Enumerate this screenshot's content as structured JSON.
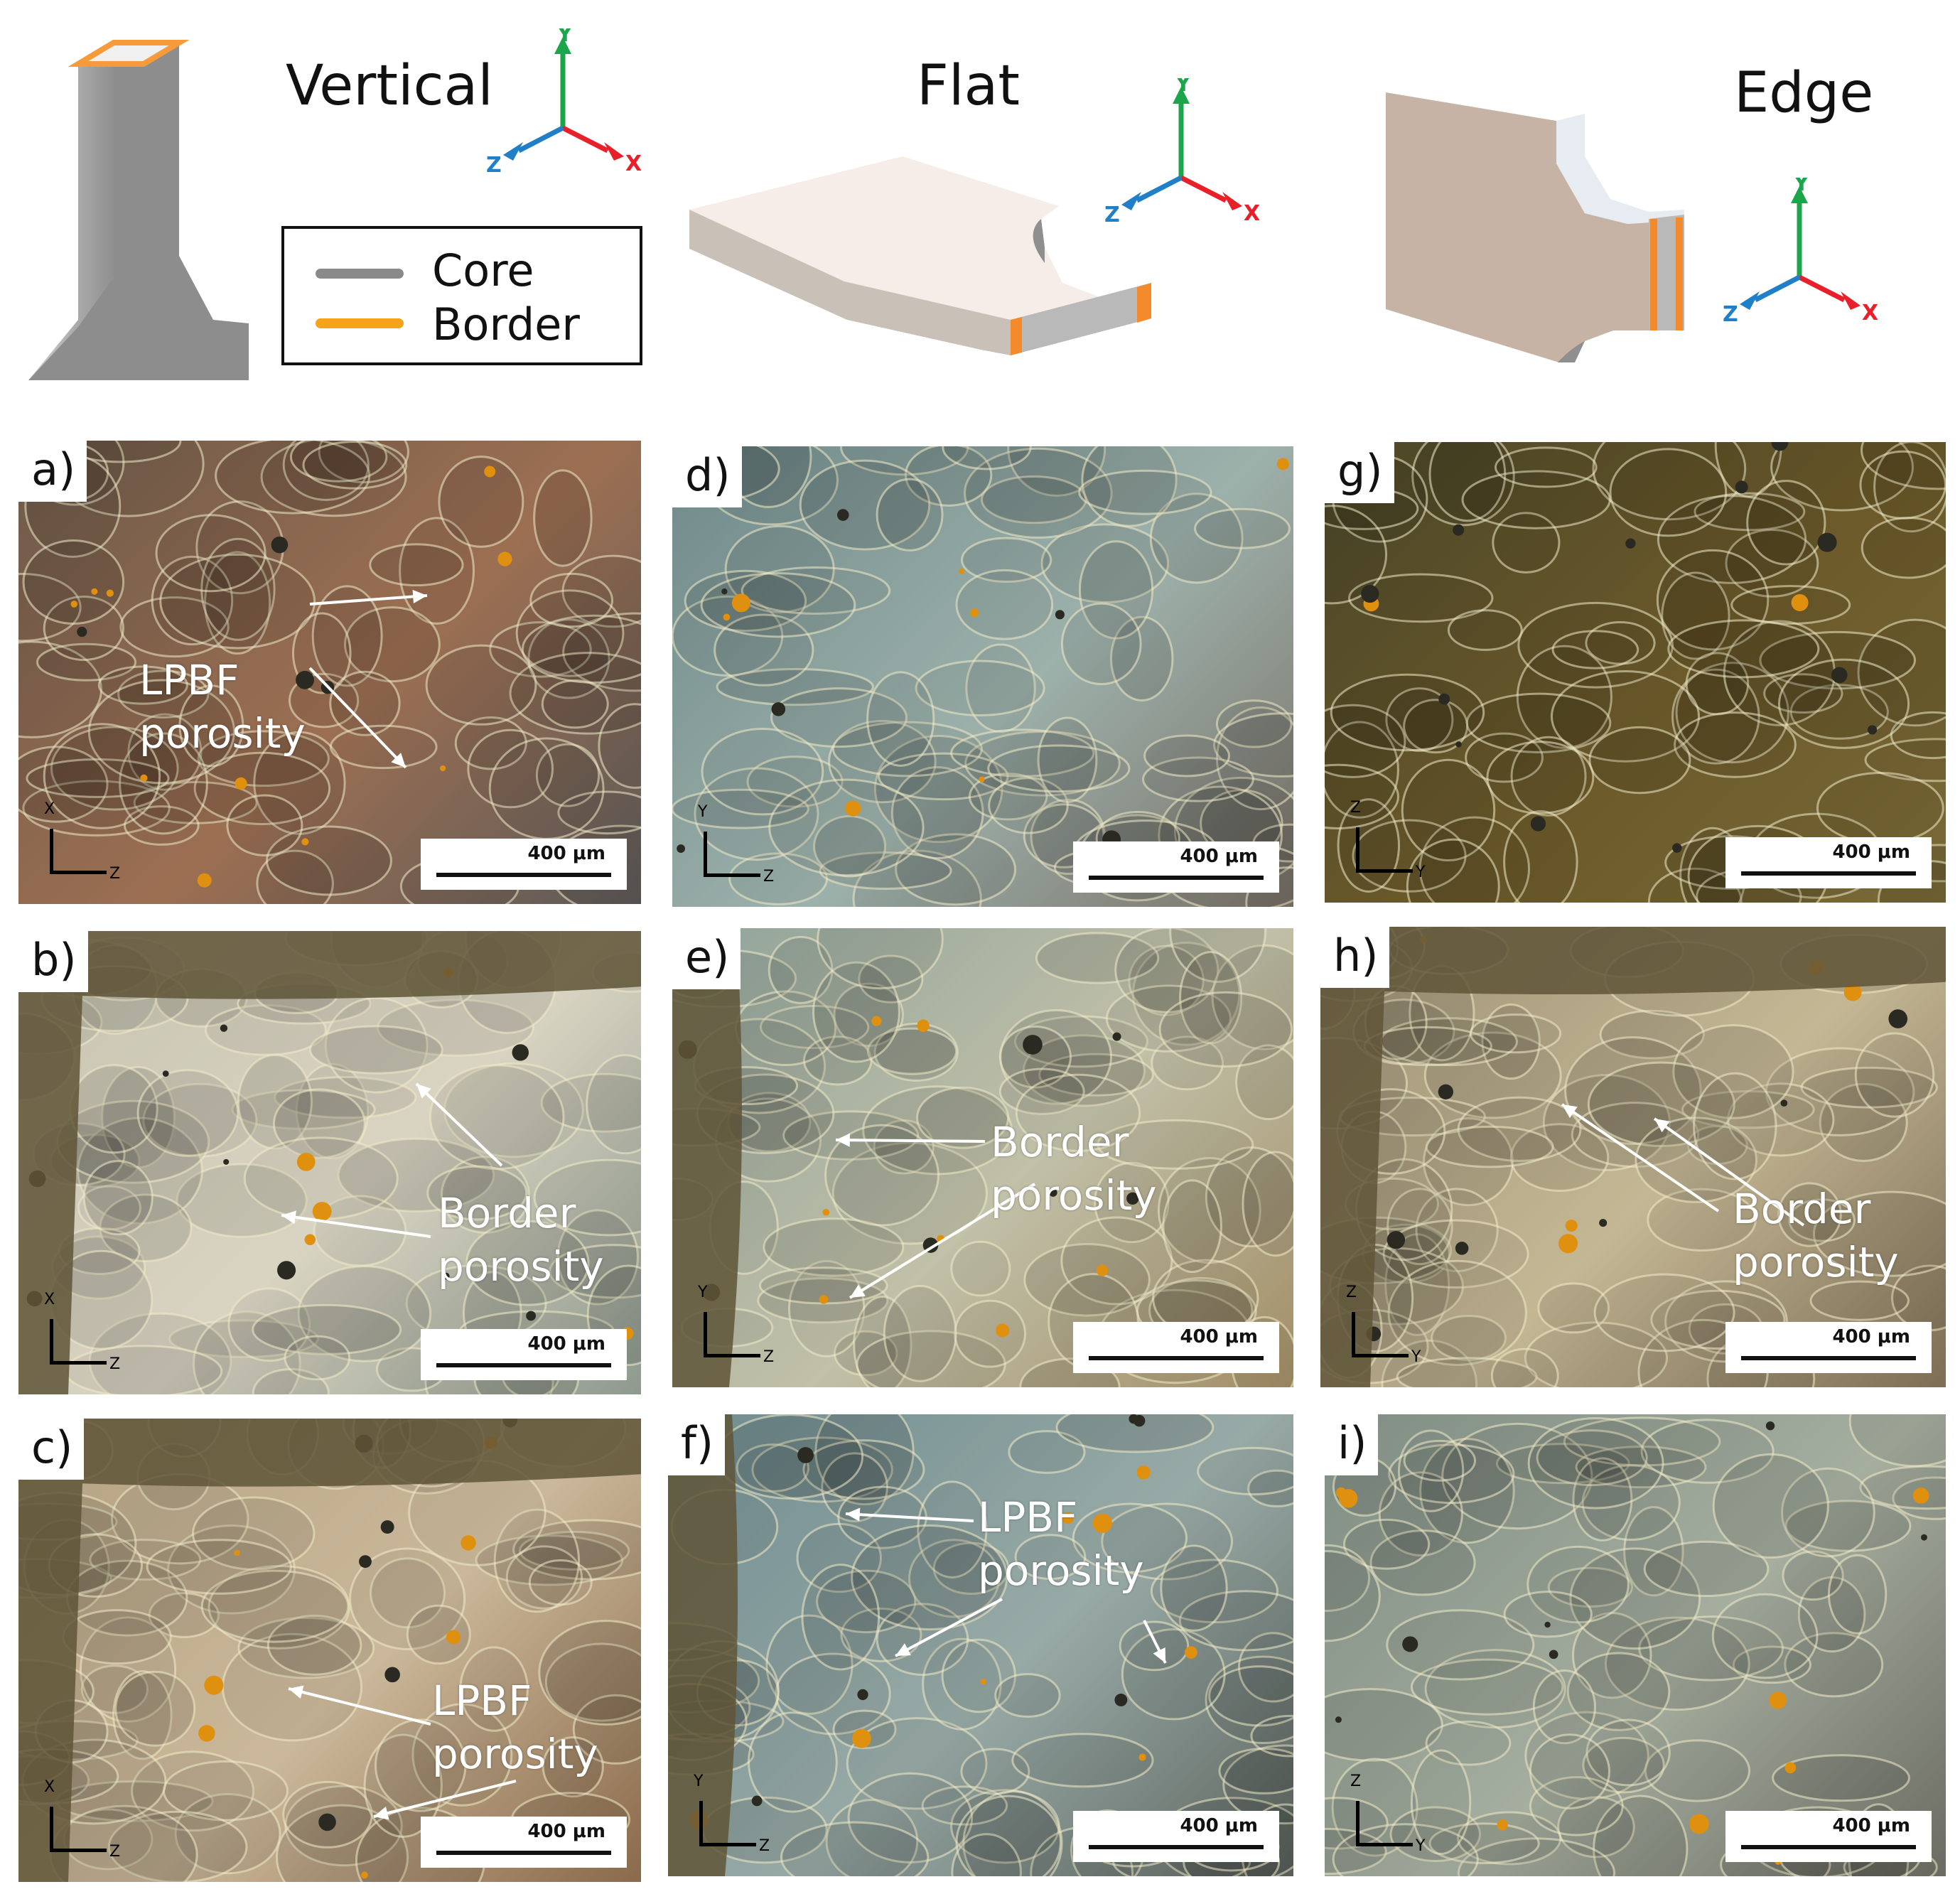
{
  "header": {
    "vertical_title": "Vertical",
    "flat_title": "Flat",
    "edge_title": "Edge",
    "legend": {
      "core": "Core",
      "border": "Border"
    },
    "colors": {
      "core": "#8a8a8a",
      "border": "#f7a21b",
      "axis_x": "#e8202a",
      "axis_y": "#1ba64b",
      "axis_z": "#1f7fc9"
    },
    "axis_labels": {
      "x": "X",
      "y": "Y",
      "z": "Z"
    }
  },
  "panels": [
    {
      "label": "a)",
      "scale": "400 μm",
      "axes": {
        "v": "X",
        "h": "Z"
      },
      "annotation": "LPBF\nporosity"
    },
    {
      "label": "b)",
      "scale": "400 μm",
      "axes": {
        "v": "X",
        "h": "Z"
      },
      "annotation": "Border\nporosity"
    },
    {
      "label": "c)",
      "scale": "400 μm",
      "axes": {
        "v": "X",
        "h": "Z"
      },
      "annotation": "LPBF\nporosity"
    },
    {
      "label": "d)",
      "scale": "400 μm",
      "axes": {
        "v": "Y",
        "h": "Z"
      },
      "annotation": ""
    },
    {
      "label": "e)",
      "scale": "400 μm",
      "axes": {
        "v": "Y",
        "h": "Z"
      },
      "annotation": "Border\nporosity"
    },
    {
      "label": "f)",
      "scale": "400 μm",
      "axes": {
        "v": "Y",
        "h": "Z"
      },
      "annotation": "LPBF\nporosity"
    },
    {
      "label": "g)",
      "scale": "400 μm",
      "axes": {
        "v": "Z",
        "h": "Y"
      },
      "annotation": ""
    },
    {
      "label": "h)",
      "scale": "400 μm",
      "axes": {
        "v": "Z",
        "h": "Y"
      },
      "annotation": "Border\nporosity"
    },
    {
      "label": "i)",
      "scale": "400 μm",
      "axes": {
        "v": "Z",
        "h": "Y"
      },
      "annotation": ""
    }
  ]
}
